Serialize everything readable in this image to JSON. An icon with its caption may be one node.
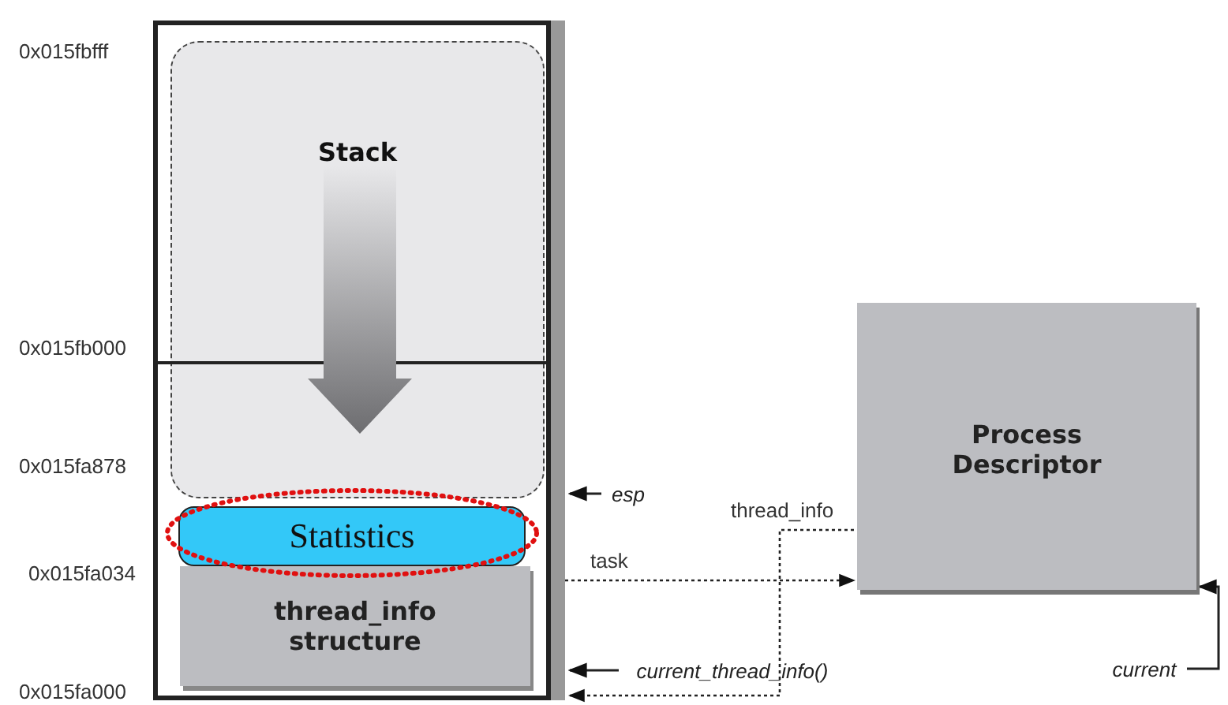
{
  "diagram": {
    "nodes": [
      {
        "text": [],
        "shape": "box"
      },
      {
        "text": [
          "Stack"
        ],
        "in": 0
      },
      {
        "text": [
          "Statistics"
        ],
        "in": 0
      },
      {
        "text": [
          "thread_info structure"
        ],
        "in": 0
      },
      {
        "text": [
          "Process Descriptor"
        ]
      },
      {
        "text": [
          "esp"
        ]
      },
      {
        "text": [
          "current_thread_info()"
        ]
      },
      {
        "text": [
          "current"
        ]
      }
    ],
    "edges": [
      {
        "from": 3,
        "to": 4,
        "arrow": "to",
        "style": "dashed",
        "label": "task"
      },
      {
        "from": 4,
        "to": 0,
        "arrow": "to",
        "style": "dashed",
        "label": "thread_info"
      },
      {
        "from": 5,
        "to": 0,
        "arrow": "to"
      },
      {
        "from": 6,
        "to": 0,
        "arrow": "to"
      },
      {
        "from": 7,
        "to": 4,
        "arrow": "to"
      }
    ],
    "labels": [
      "0x015fbfff",
      "0x015fb000",
      "0x015fa878",
      "0x015fa034",
      "0x015fa000"
    ]
  }
}
